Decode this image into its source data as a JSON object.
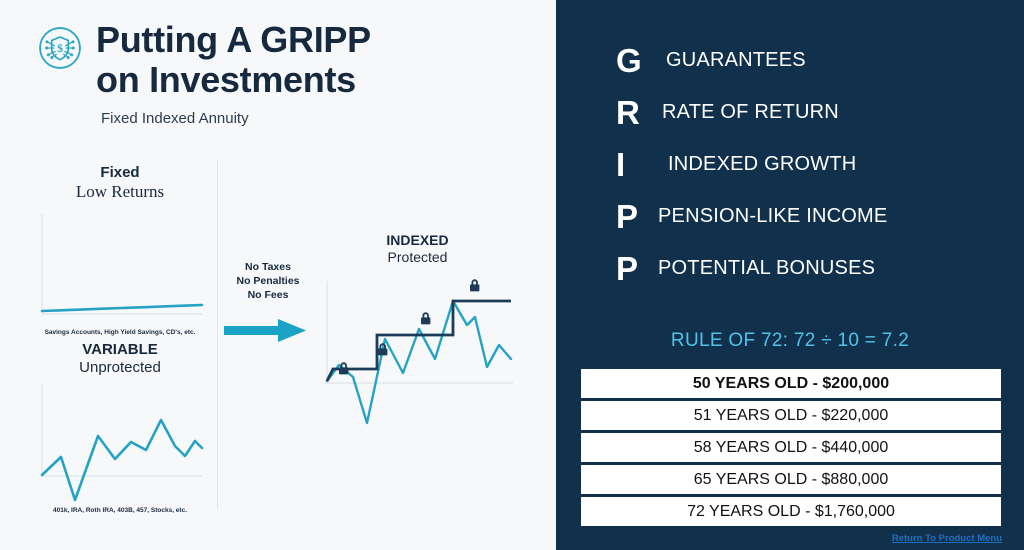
{
  "header": {
    "logo_icon": "shield-dollar-network-icon",
    "title_line1": "Putting A GRIPP",
    "title_line2": "on Investments",
    "subtitle": "Fixed Indexed Annuity"
  },
  "colors": {
    "panel_dark": "#11304c",
    "accent_teal": "#26a3c4",
    "accent_cyan": "#4fc3e8",
    "navy_text": "#16293f",
    "link_blue": "#1f6fbf",
    "page_bg": "#f7f8fa"
  },
  "left": {
    "fixed": {
      "title": "Fixed",
      "subtitle": "Low Returns",
      "caption": "Savings Accounts, High Yield Savings, CD's, etc."
    },
    "variable": {
      "title": "VARIABLE",
      "subtitle": "Unprotected",
      "caption": "401k, IRA, Roth IRA, 403B, 457, Stocks, etc."
    },
    "arrow": {
      "line1": "No Taxes",
      "line2": "No Penalties",
      "line3": "No Fees",
      "icon": "arrow-right-icon"
    },
    "indexed": {
      "title": "INDEXED",
      "subtitle": "Protected",
      "lock_icon": "lock-icon",
      "lock_count": 4
    }
  },
  "chart_data": [
    {
      "type": "line",
      "title": "Fixed",
      "subtitle": "Low Returns",
      "xlabel": "",
      "ylabel": "",
      "grid": false,
      "ylim": [
        0,
        100
      ],
      "series": [
        {
          "name": "Fixed return",
          "color": "#26a3c4",
          "values": [
            6,
            6.6,
            7.2,
            7.8,
            8.4,
            9,
            9.6,
            10.2,
            10.8,
            11.4,
            12
          ]
        }
      ]
    },
    {
      "type": "line",
      "title": "VARIABLE",
      "subtitle": "Unprotected",
      "xlabel": "",
      "ylabel": "",
      "grid": false,
      "ylim": [
        -25,
        100
      ],
      "series": [
        {
          "name": "Variable return",
          "color": "#26a3c4",
          "values": [
            18,
            35,
            -12,
            58,
            30,
            52,
            44,
            72,
            46,
            38,
            50,
            40
          ]
        }
      ]
    },
    {
      "type": "line",
      "title": "INDEXED",
      "subtitle": "Protected",
      "xlabel": "",
      "ylabel": "",
      "grid": false,
      "ylim": [
        -30,
        100
      ],
      "series": [
        {
          "name": "Market index",
          "color": "#26a3c4",
          "values": [
            2,
            16,
            -28,
            52,
            30,
            56,
            40,
            74,
            52,
            58,
            20,
            38,
            26
          ]
        },
        {
          "name": "Locked-in floor (step)",
          "color": "#1c3c5a",
          "steps": [
            14,
            14,
            40,
            40,
            66,
            66,
            66,
            88,
            88
          ],
          "locks": [
            14,
            22,
            48,
            96
          ]
        }
      ]
    }
  ],
  "right": {
    "gripp": [
      {
        "letter": "G",
        "label": "GUARANTEES"
      },
      {
        "letter": "R",
        "label": "RATE OF RETURN"
      },
      {
        "letter": "I",
        "label": "INDEXED GROWTH"
      },
      {
        "letter": "P",
        "label": "PENSION-LIKE INCOME"
      },
      {
        "letter": "P",
        "label": "POTENTIAL BONUSES"
      }
    ],
    "rule_of_72": "RULE OF 72:   72 ÷ 10 = 7.2",
    "age_rows": [
      {
        "text": "50 YEARS OLD - $200,000",
        "bold": true
      },
      {
        "text": "51 YEARS OLD - $220,000",
        "bold": false
      },
      {
        "text": "58 YEARS OLD - $440,000",
        "bold": false
      },
      {
        "text": "65 YEARS OLD - $880,000",
        "bold": false
      },
      {
        "text": "72 YEARS OLD - $1,760,000",
        "bold": false
      }
    ],
    "return_link": "Return To Product Menu"
  }
}
